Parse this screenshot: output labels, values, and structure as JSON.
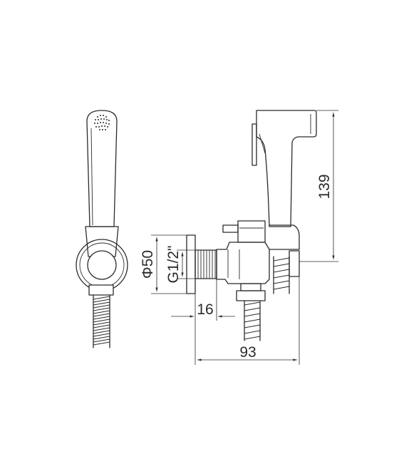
{
  "diagram": {
    "dimensions": {
      "height": "139",
      "diameter": "Φ50",
      "thread": "G1/2\"",
      "depth": "16",
      "width": "93"
    }
  }
}
